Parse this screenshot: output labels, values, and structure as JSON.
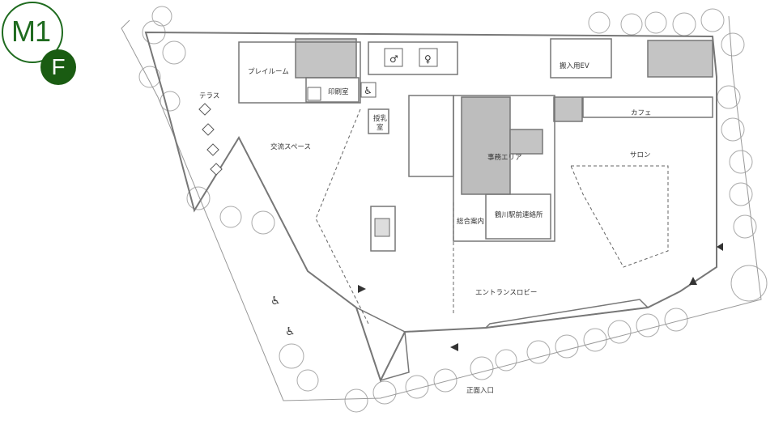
{
  "floor_badge": {
    "building": "M1",
    "floor": "F"
  },
  "rooms": {
    "terrace": "テラス",
    "playroom": "プレイルーム",
    "print_room": "印刷室",
    "exchange_space": "交流スペース",
    "nursing_room_1": "授乳",
    "nursing_room_2": "室",
    "office_area": "事務エリア",
    "liaison_office": "鶴川駅前連絡所",
    "information": "総合案内",
    "entrance_lobby": "エントランスロビー",
    "salon": "サロン",
    "cafe": "カフェ",
    "freight_ev": "搬入用EV",
    "main_entrance": "正面入口"
  },
  "colors": {
    "accent": "#1a5c12",
    "wall": "#8a8a8a",
    "room_fill": "#bdbdbd",
    "tree": "#999999"
  }
}
